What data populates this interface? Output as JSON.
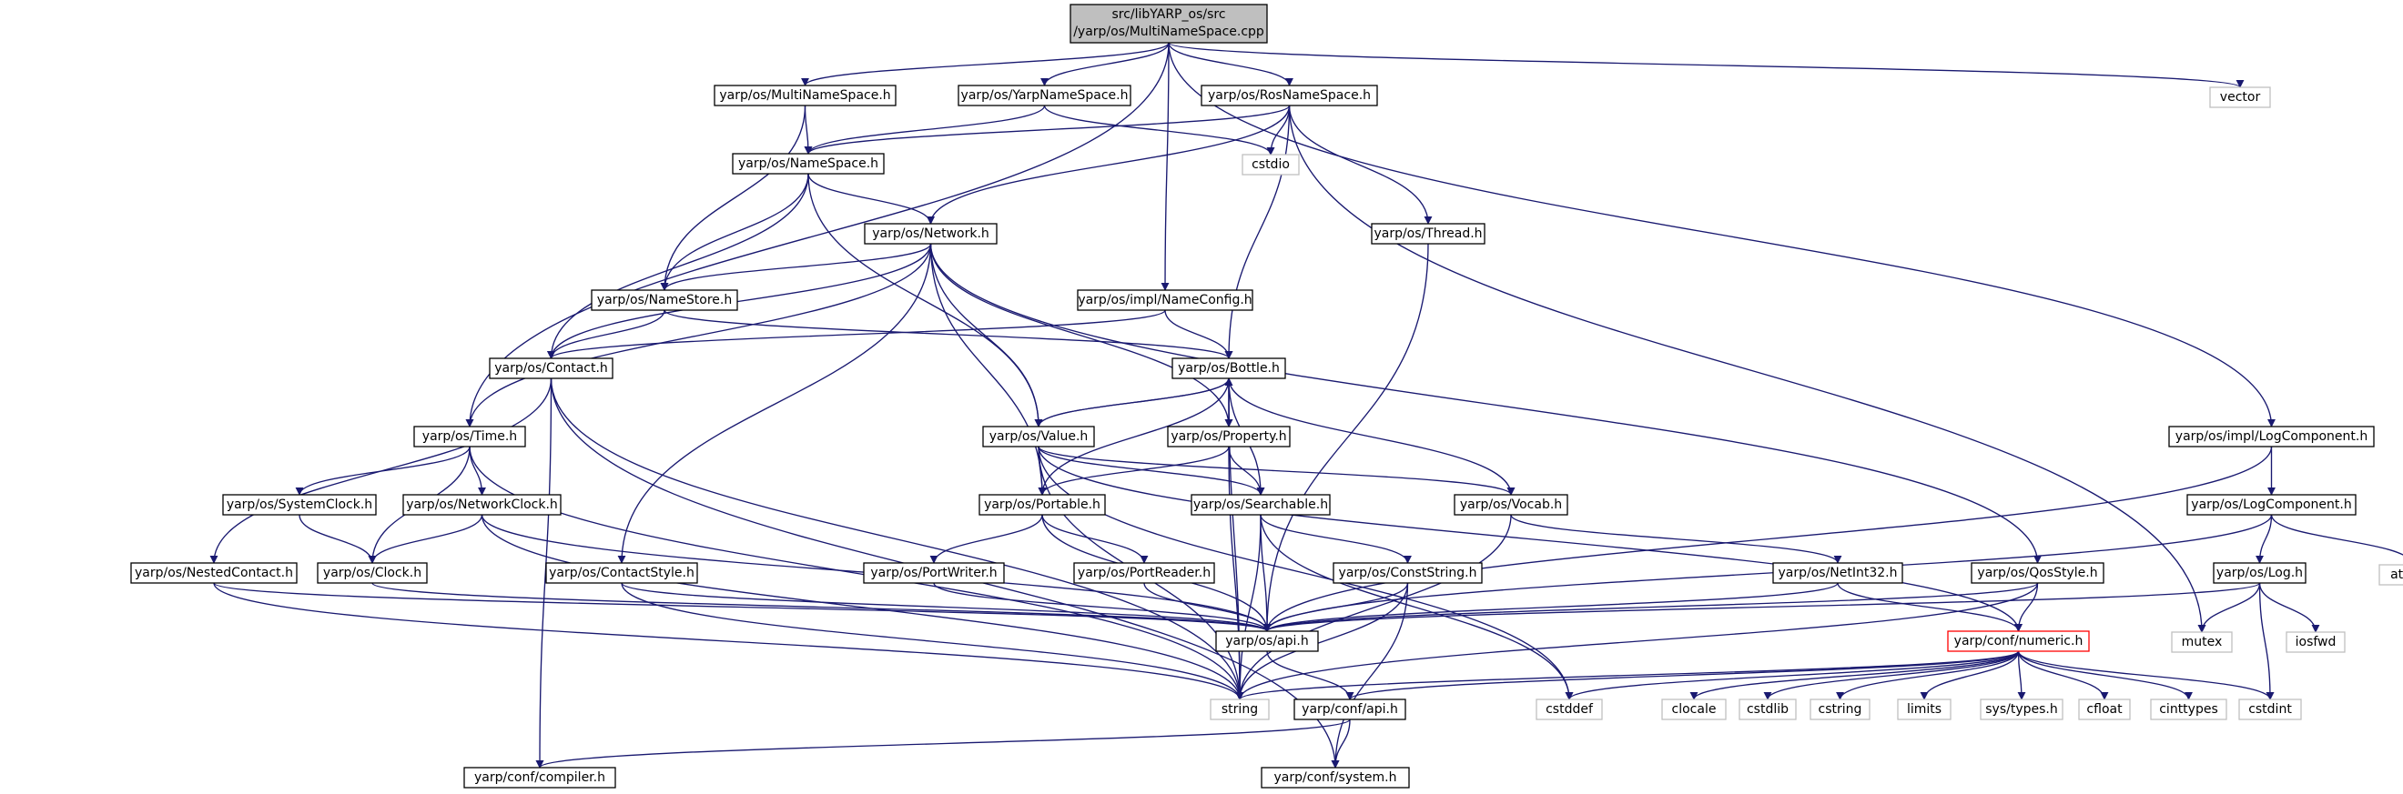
{
  "graph": {
    "root_line1": "src/libYARP_os/src",
    "root_line2": "/yarp/os/MultiNameSpace.cpp",
    "nodes": {
      "multinamespace_h": "yarp/os/MultiNameSpace.h",
      "yarpnamespace_h": "yarp/os/YarpNameSpace.h",
      "rosnamespace_h": "yarp/os/RosNameSpace.h",
      "vector": "vector",
      "namespace_h": "yarp/os/NameSpace.h",
      "cstdio": "cstdio",
      "network_h": "yarp/os/Network.h",
      "thread_h": "yarp/os/Thread.h",
      "namestore_h": "yarp/os/NameStore.h",
      "nameconfig_h": "yarp/os/impl/NameConfig.h",
      "contact_h": "yarp/os/Contact.h",
      "bottle_h": "yarp/os/Bottle.h",
      "time_h": "yarp/os/Time.h",
      "value_h": "yarp/os/Value.h",
      "property_h": "yarp/os/Property.h",
      "logcomponent_impl_h": "yarp/os/impl/LogComponent.h",
      "systemclock_h": "yarp/os/SystemClock.h",
      "networkclock_h": "yarp/os/NetworkClock.h",
      "portable_h": "yarp/os/Portable.h",
      "searchable_h": "yarp/os/Searchable.h",
      "vocab_h": "yarp/os/Vocab.h",
      "logcomponent_h": "yarp/os/LogComponent.h",
      "nestedcontact_h": "yarp/os/NestedContact.h",
      "clock_h": "yarp/os/Clock.h",
      "contactstyle_h": "yarp/os/ContactStyle.h",
      "portwriter_h": "yarp/os/PortWriter.h",
      "portreader_h": "yarp/os/PortReader.h",
      "conststring_h": "yarp/os/ConstString.h",
      "netint32_h": "yarp/os/NetInt32.h",
      "qosstyle_h": "yarp/os/QosStyle.h",
      "log_h": "yarp/os/Log.h",
      "atomic": "atomic",
      "api_h": "yarp/os/api.h",
      "numeric_h": "yarp/conf/numeric.h",
      "mutex": "mutex",
      "iosfwd": "iosfwd",
      "string": "string",
      "conf_api_h": "yarp/conf/api.h",
      "cstddef": "cstddef",
      "clocale": "clocale",
      "cstdlib": "cstdlib",
      "cstring": "cstring",
      "limits": "limits",
      "systypes_h": "sys/types.h",
      "cfloat": "cfloat",
      "cinttypes": "cinttypes",
      "cstdint": "cstdint",
      "compiler_h": "yarp/conf/compiler.h",
      "system_h": "yarp/conf/system.h"
    }
  },
  "colors": {
    "edge": "#191970",
    "node_border": "#000000",
    "system_header_border": "#bfbfbf",
    "root_fill": "#bfbfbf",
    "incomplete_border": "#ff0000"
  }
}
